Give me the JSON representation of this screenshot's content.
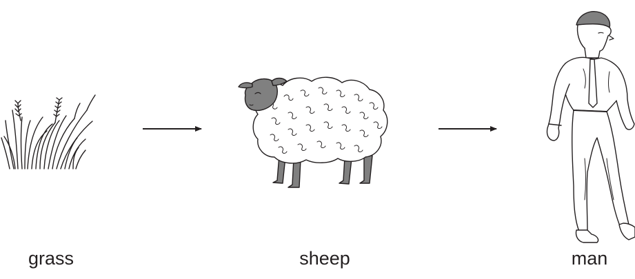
{
  "food_chain": {
    "nodes": [
      {
        "label": "grass",
        "icon": "grass-icon"
      },
      {
        "label": "sheep",
        "icon": "sheep-icon"
      },
      {
        "label": "man",
        "icon": "man-icon"
      }
    ],
    "edges": [
      {
        "from": "grass",
        "to": "sheep"
      },
      {
        "from": "sheep",
        "to": "man"
      }
    ]
  },
  "colors": {
    "line": "#231f20",
    "sheep_face_legs": "#808080",
    "fleece": "#ffffff"
  }
}
